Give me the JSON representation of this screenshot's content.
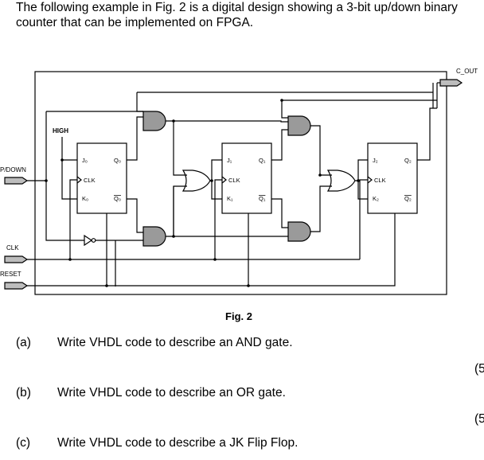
{
  "intro_text": "The following example in Fig. 2 is a digital design showing a 3-bit up/down binary counter that can be implemented on FPGA.",
  "diagram": {
    "labels": {
      "c_out": "C_OUT",
      "high": "HIGH",
      "up_down": "P/DOWN",
      "clk_in": "CLK",
      "reset": "RESET"
    },
    "flip_flops": [
      {
        "j": "J₀",
        "k": "K₀",
        "clk": "CLK",
        "q": "Q₀",
        "qbar": "Q₀"
      },
      {
        "j": "J₁",
        "k": "K₁",
        "clk": "CLK",
        "q": "Q₁",
        "qbar": "Q₁"
      },
      {
        "j": "J₂",
        "k": "K₂",
        "clk": "CLK",
        "q": "Q₂",
        "qbar": "Q₂"
      }
    ],
    "gate_color": "#9a9a9a"
  },
  "figure_caption": "Fig. 2",
  "questions": [
    {
      "label": "(a)",
      "text": "Write VHDL code to describe an AND gate."
    },
    {
      "label": "(b)",
      "text": "Write VHDL code to describe an OR gate."
    },
    {
      "label": "(c)",
      "text": "Write VHDL code to describe a JK Flip Flop."
    }
  ],
  "marks": [
    "(5",
    "(5"
  ]
}
